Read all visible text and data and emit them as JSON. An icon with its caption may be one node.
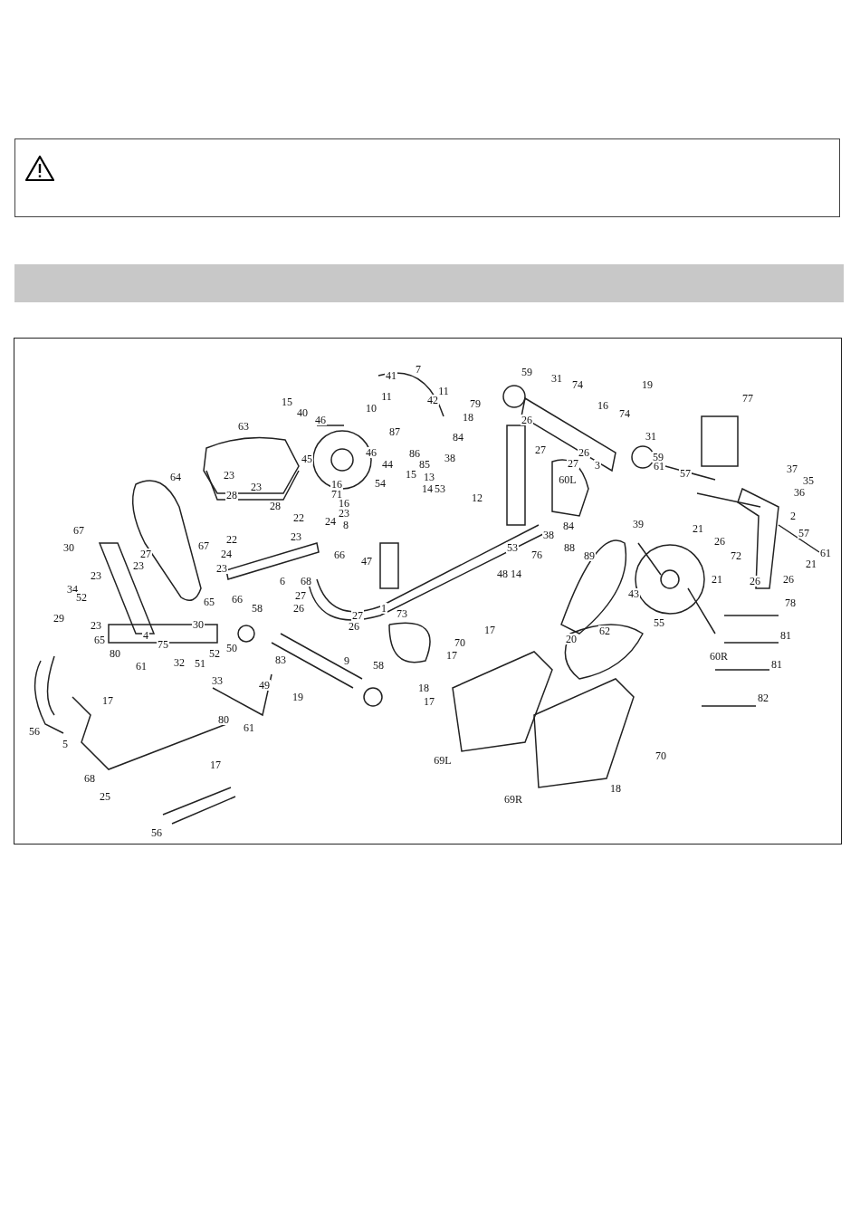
{
  "diagram": {
    "labels": [
      "7",
      "59",
      "41",
      "31",
      "74",
      "19",
      "11",
      "11",
      "77",
      "42",
      "15",
      "79",
      "16",
      "10",
      "40",
      "74",
      "18",
      "46",
      "26",
      "63",
      "87",
      "31",
      "84",
      "27",
      "46",
      "26",
      "86",
      "59",
      "38",
      "45",
      "27",
      "85",
      "44",
      "3",
      "61",
      "37",
      "57",
      "15",
      "23",
      "64",
      "13",
      "60L",
      "35",
      "54",
      "16",
      "23",
      "14",
      "53",
      "36",
      "22",
      "71",
      "28",
      "24",
      "12",
      "16",
      "28",
      "23",
      "23",
      "2",
      "8",
      "39",
      "84",
      "21",
      "67",
      "57",
      "38",
      "22",
      "26",
      "67",
      "30",
      "88",
      "53",
      "61",
      "27",
      "24",
      "76",
      "89",
      "72",
      "66",
      "47",
      "21",
      "23",
      "23",
      "48",
      "14",
      "23",
      "21",
      "26",
      "6",
      "68",
      "26",
      "34",
      "43",
      "27",
      "52",
      "66",
      "65",
      "78",
      "58",
      "26",
      "1",
      "73",
      "27",
      "29",
      "55",
      "30",
      "23",
      "26",
      "17",
      "62",
      "4",
      "81",
      "20",
      "65",
      "70",
      "75",
      "50",
      "80",
      "52",
      "17",
      "60R",
      "83",
      "9",
      "32",
      "51",
      "81",
      "58",
      "61",
      "33",
      "49",
      "18",
      "19",
      "82",
      "17",
      "17",
      "80",
      "61",
      "56",
      "5",
      "70",
      "69L",
      "17",
      "68",
      "18",
      "25",
      "69R",
      "56"
    ]
  }
}
